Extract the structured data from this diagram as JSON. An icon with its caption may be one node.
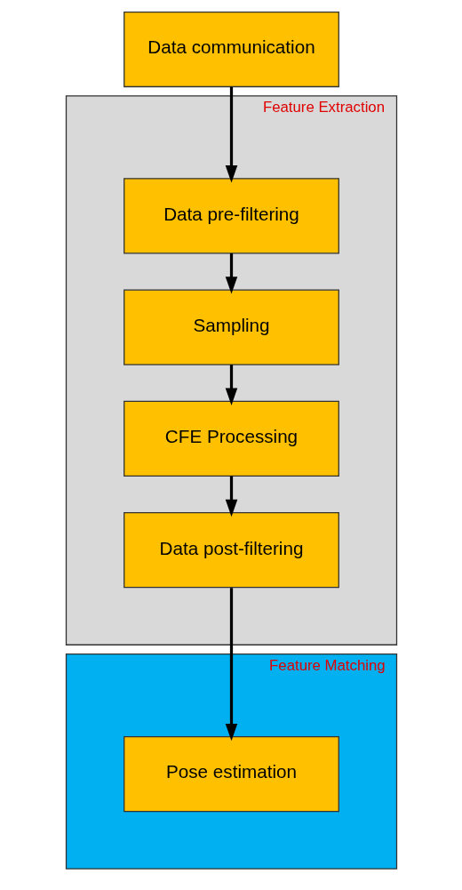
{
  "diagram": {
    "nodes": [
      {
        "text": [
          "Data communication"
        ]
      },
      {
        "text": [
          "Feature Extraction"
        ]
      },
      {
        "text": [
          "Data pre-filtering"
        ],
        "in": 1
      },
      {
        "text": [
          "Sampling"
        ],
        "in": 1
      },
      {
        "text": [
          "CFE Processing"
        ],
        "in": 1
      },
      {
        "text": [
          "Data post-filtering"
        ],
        "in": 1
      },
      {
        "text": [
          "Feature Matching"
        ]
      },
      {
        "text": [
          "Pose estimation"
        ],
        "in": 6
      }
    ],
    "edges": [
      {
        "from": 0,
        "to": 2,
        "arrow": "to"
      },
      {
        "from": 2,
        "to": 3,
        "arrow": "to"
      },
      {
        "from": 3,
        "to": 4,
        "arrow": "to"
      },
      {
        "from": 4,
        "to": 5,
        "arrow": "to"
      },
      {
        "from": 5,
        "to": 7,
        "arrow": "to"
      }
    ]
  }
}
